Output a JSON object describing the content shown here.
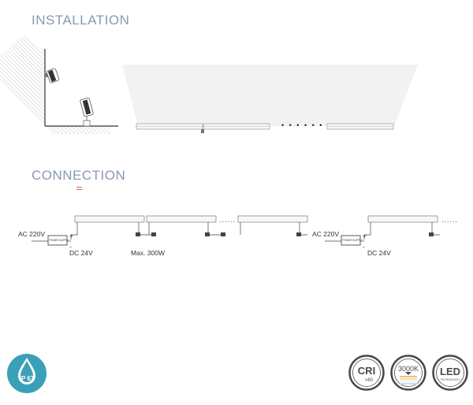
{
  "headings": {
    "installation": "INSTALLATION",
    "connection": "CONNECTION"
  },
  "installation": {
    "dots": "• • • • •   •"
  },
  "connection": {
    "left": {
      "ac_label": "AC 220V",
      "dc_label": "DC 24V",
      "max_label": "Max. 300W",
      "power_supply_label": "POWER SUPPLY",
      "dots": "......"
    },
    "right": {
      "ac_label": "AC 220V",
      "dc_label": "DC 24V",
      "power_supply_label": "POWER SUPPLY",
      "dots": "......"
    }
  },
  "badges": {
    "ip": {
      "label": "IP 67",
      "icon": "water-drop-icon",
      "color": "#3aa0b8"
    },
    "cri": {
      "label": "CRI",
      "value": ">80",
      "color": "#4a4a4a"
    },
    "cct": {
      "label": "3000K",
      "color": "#4a4a4a"
    },
    "led": {
      "label": "LED",
      "sub": "TECHNOLOGY",
      "color": "#4a4a4a"
    }
  },
  "colors": {
    "heading": "#8a9aae",
    "line": "#555555",
    "accent_red": "#e06060"
  }
}
